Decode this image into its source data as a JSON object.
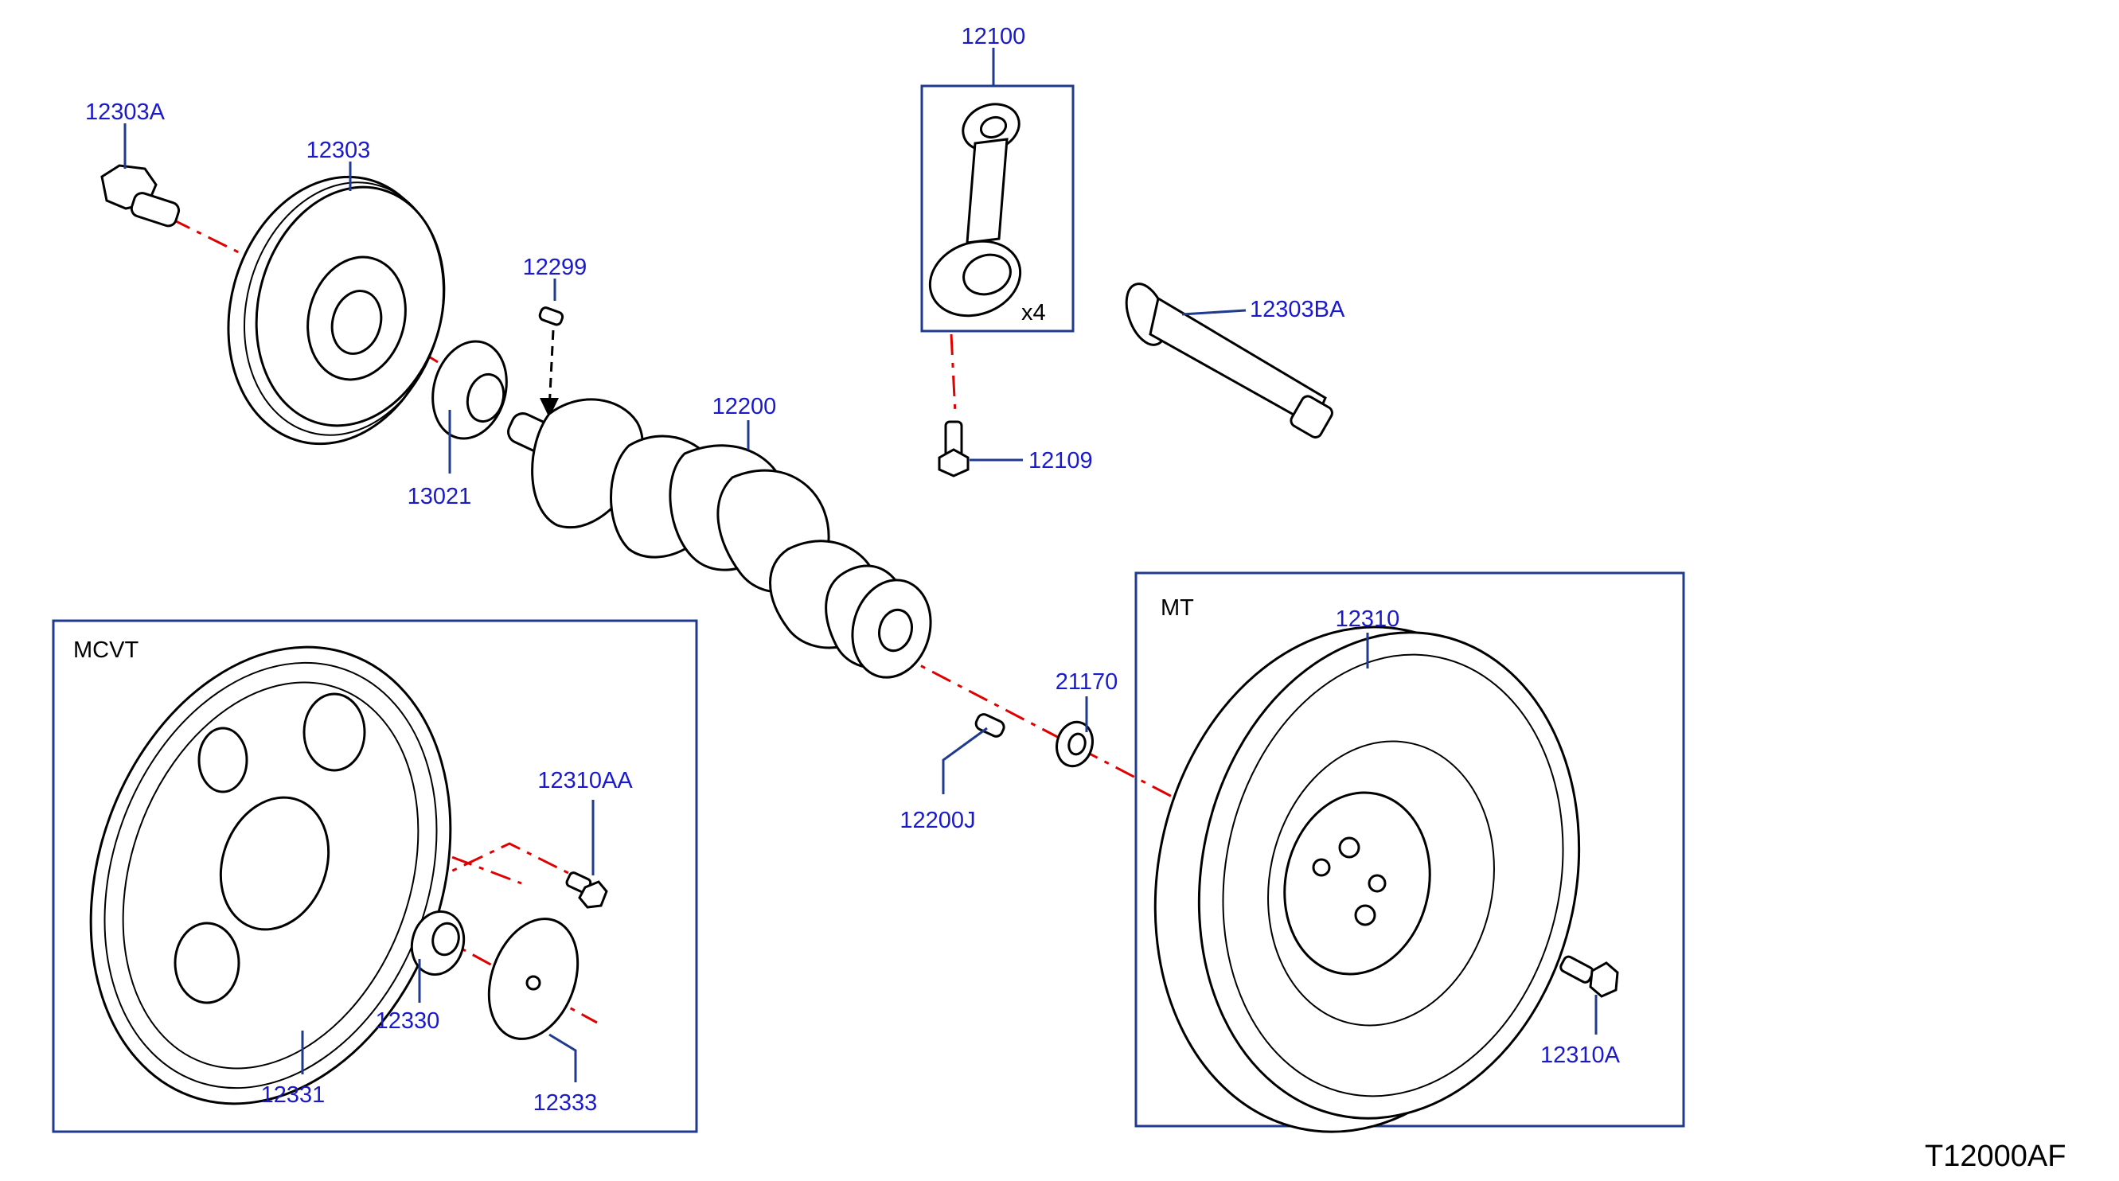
{
  "diagram": {
    "code": "T12000AF",
    "groups": {
      "mcvt": "MCVT",
      "mt": "MT"
    },
    "multiplier": "x4",
    "callouts": {
      "p12100": "12100",
      "p12303A": "12303A",
      "p12303": "12303",
      "p12299": "12299",
      "p12303BA": "12303BA",
      "p12200": "12200",
      "p13021": "13021",
      "p12109": "12109",
      "p12310": "12310",
      "p21170": "21170",
      "p12310AA": "12310AA",
      "p12200J": "12200J",
      "p12330": "12330",
      "p12331": "12331",
      "p12333": "12333",
      "p12310A": "12310A"
    }
  },
  "colors": {
    "callout": "#1a1acc",
    "leader": "#1f3a8f",
    "axis": "#e00000",
    "line": "#000000"
  }
}
